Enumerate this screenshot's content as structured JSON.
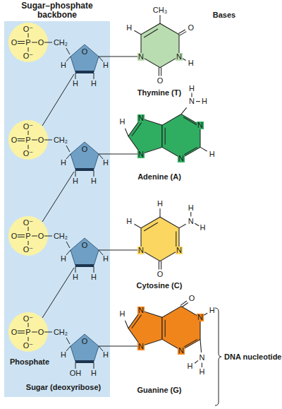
{
  "diagram": {
    "nodes": [
      {
        "text": [
          "Sugar–phosphate backbone"
        ]
      },
      {
        "text": [
          "O⁻",
          "O",
          "P",
          "O",
          "O⁻"
        ],
        "in": 0
      },
      {
        "text": [
          "O⁻",
          "O",
          "P",
          "O",
          "O⁻"
        ],
        "in": 0
      },
      {
        "text": [
          "O⁻",
          "O",
          "P",
          "O",
          "O⁻"
        ],
        "in": 0
      },
      {
        "text": [
          "O⁻",
          "O",
          "P",
          "O",
          "O⁻"
        ],
        "in": 0
      }
    ],
    "labels": [
      "Bases",
      "CH₂",
      "O",
      "H",
      "H",
      "H",
      "H",
      "CH₂",
      "O",
      "H",
      "H",
      "H",
      "H",
      "CH₂",
      "O",
      "H",
      "H",
      "H",
      "H",
      "CH₂",
      "O",
      "H",
      "H",
      "OH",
      "H",
      "H",
      "CH₃",
      "O",
      "N",
      "H",
      "O",
      "N",
      "Thymine (T)",
      "H",
      "N",
      "N",
      "N",
      "N",
      "H",
      "H",
      "N",
      "H",
      "Adenine (A)",
      "H",
      "H",
      "H",
      "N",
      "H",
      "N",
      "O",
      "N",
      "Cytosine (C)",
      "H",
      "N",
      "O",
      "N",
      "H",
      "N",
      "N",
      "H",
      "N",
      "H",
      "Guanine (G)",
      "Phosphate",
      "Sugar (deoxyribose)",
      "DNA nucleotide"
    ]
  }
}
